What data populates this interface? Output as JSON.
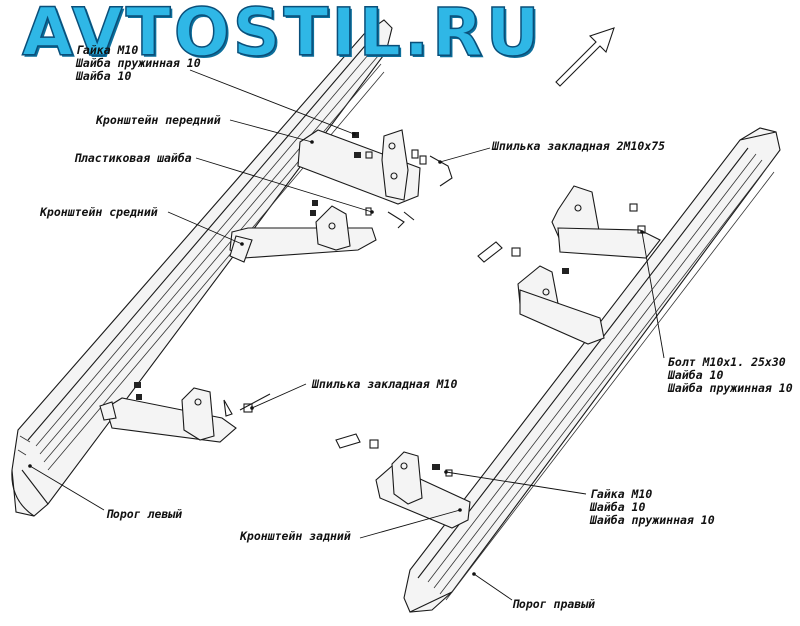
{
  "brand": {
    "text": "AVTOSTIL.RU",
    "color": "#2fb7e6"
  },
  "labels": {
    "nut_top_left": [
      "Гайка М10",
      "Шайба пружинная 10",
      "Шайба 10"
    ],
    "bracket_front": "Кронштейн передний",
    "plastic_washer": "Пластиковая шайба",
    "bracket_middle": "Кронштейн средний",
    "stud_long": "Шпилька закладная 2М10х75",
    "bolt_group": [
      "Болт М10х1. 25х30",
      "Шайба 10",
      "Шайба пружинная 10"
    ],
    "stud_m10": "Шпилька закладная М10",
    "nut_right": [
      "Гайка М10",
      "Шайба 10",
      "Шайба пружинная 10"
    ],
    "sill_left": "Порог левый",
    "bracket_rear": "Кронштейн задний",
    "sill_right": "Порог правый"
  }
}
